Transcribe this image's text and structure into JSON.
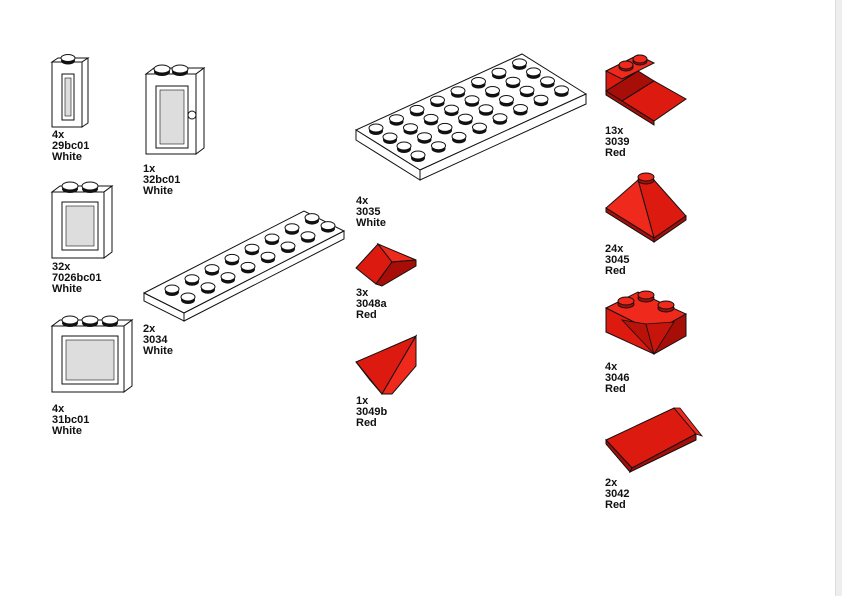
{
  "colors": {
    "red": "#dd1a10",
    "red_dark": "#a80e08",
    "red_light": "#ef2a1c",
    "white_fill": "#ffffff",
    "outline": "#111111",
    "glass": "#d8d8d8"
  },
  "parts": [
    {
      "id": "29bc01",
      "qty": "4x",
      "part": "29bc01",
      "color": "White"
    },
    {
      "id": "32bc01",
      "qty": "1x",
      "part": "32bc01",
      "color": "White"
    },
    {
      "id": "7026bc01",
      "qty": "32x",
      "part": "7026bc01",
      "color": "White"
    },
    {
      "id": "3034",
      "qty": "2x",
      "part": "3034",
      "color": "White"
    },
    {
      "id": "31bc01",
      "qty": "4x",
      "part": "31bc01",
      "color": "White"
    },
    {
      "id": "3035",
      "qty": "4x",
      "part": "3035",
      "color": "White"
    },
    {
      "id": "3048a",
      "qty": "3x",
      "part": "3048a",
      "color": "Red"
    },
    {
      "id": "3049b",
      "qty": "1x",
      "part": "3049b",
      "color": "Red"
    },
    {
      "id": "3039",
      "qty": "13x",
      "part": "3039",
      "color": "Red"
    },
    {
      "id": "3045",
      "qty": "24x",
      "part": "3045",
      "color": "Red"
    },
    {
      "id": "3046",
      "qty": "4x",
      "part": "3046",
      "color": "Red"
    },
    {
      "id": "3042",
      "qty": "2x",
      "part": "3042",
      "color": "Red"
    }
  ]
}
